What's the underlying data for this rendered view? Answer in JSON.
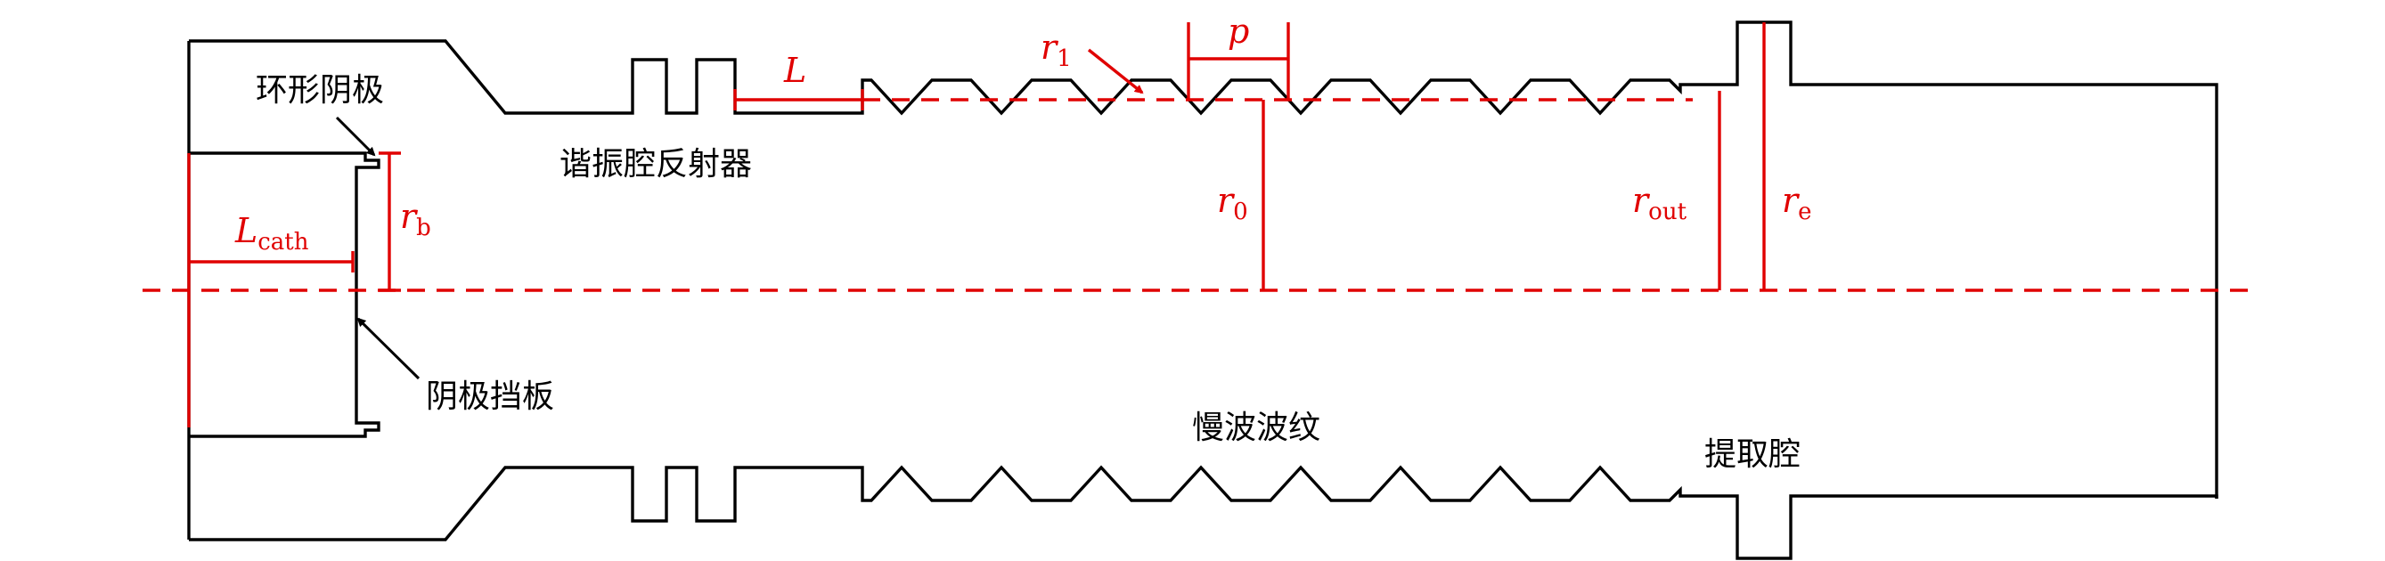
{
  "colors": {
    "outline": "#000000",
    "annotation": "#e00000",
    "background": "#ffffff"
  },
  "labels": {
    "annular_cathode": "环形阴极",
    "resonant_reflector": "谐振腔反射器",
    "cathode_baffle": "阴极挡板",
    "slow_wave_corrugation": "慢波波纹",
    "extraction_cavity": "提取腔"
  },
  "symbols": {
    "L": {
      "main": "L",
      "sub": ""
    },
    "L_cath": {
      "main": "L",
      "sub": "cath"
    },
    "r_b": {
      "main": "r",
      "sub": "b"
    },
    "r_1": {
      "main": "r",
      "sub": "1"
    },
    "p": {
      "main": "p",
      "sub": ""
    },
    "r_0": {
      "main": "r",
      "sub": "0"
    },
    "r_out": {
      "main": "r",
      "sub": "out"
    },
    "r_e": {
      "main": "r",
      "sub": "e"
    }
  }
}
